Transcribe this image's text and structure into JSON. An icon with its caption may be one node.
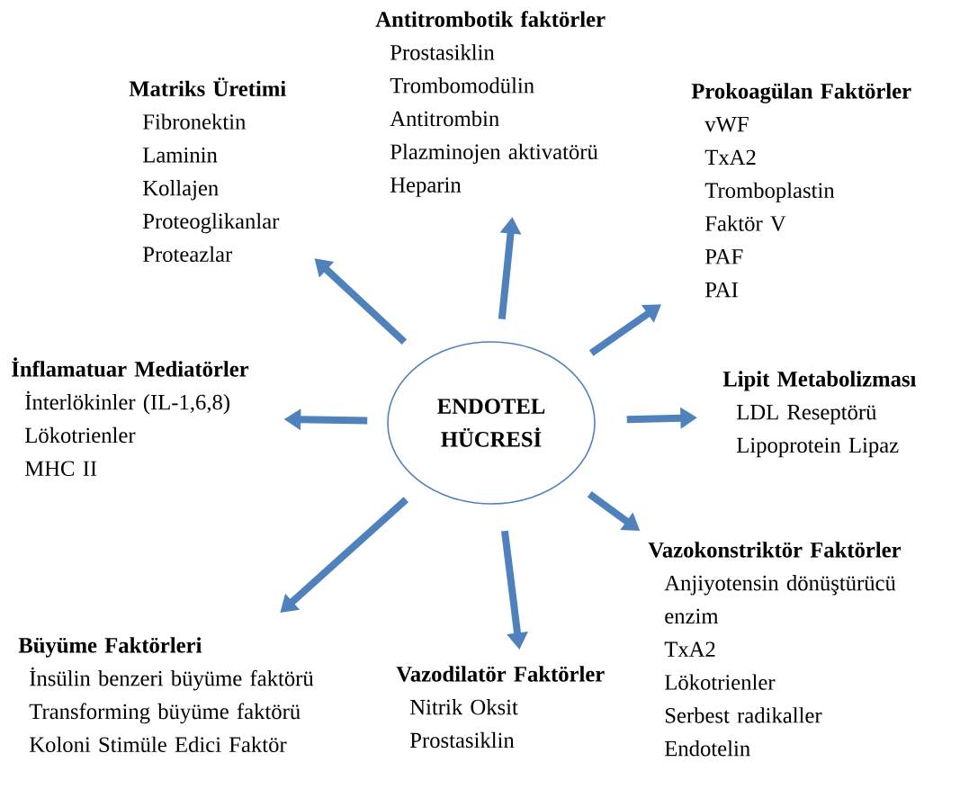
{
  "diagram": {
    "nodes": [
      {
        "text": [
          "ENDOTEL HÜCRESİ"
        ]
      },
      {
        "text": [
          "Antitrombotik  faktörler",
          "Prostasiklin",
          "Trombomodülin",
          "Antitrombin",
          "Plazminojen  aktivatörü",
          "Heparin"
        ]
      },
      {
        "text": [
          "Matriks Üretimi",
          "Fibronektin",
          "Laminin",
          "Kollajen",
          "Proteoglikanlar",
          "Proteazlar"
        ]
      },
      {
        "text": [
          "Prokoagülan Faktörler",
          "vWF",
          "TxA2",
          "Tromboplastin",
          "Faktör V",
          "PAF",
          "PAI"
        ]
      },
      {
        "text": [
          "İnflamatuar  Mediatörler",
          "İnterlökinler (IL-1,6,8)",
          "Lökotrienler",
          "MHC II"
        ]
      },
      {
        "text": [
          "Lipit Metabolizması",
          "LDL  Reseptörü",
          "Lipoprotein Lipaz"
        ]
      },
      {
        "text": [
          "Vazokonstriktör Faktörler",
          "Anjiyotensin dönüştürücü enzim",
          "TxA2",
          "Lökotrienler",
          "Serbest radikaller",
          "Endotelin"
        ]
      },
      {
        "text": [
          "Büyüme  Faktörleri",
          "İnsülin benzeri büyüme faktörü",
          "Transforming büyüme faktörü",
          "Koloni Stimüle Edici Faktör"
        ]
      },
      {
        "text": [
          "Vazodilatör  Faktörler",
          "Nitrik Oksit",
          "Prostasiklin"
        ]
      }
    ],
    "edges": [
      {
        "from": 0,
        "to": 1,
        "arrow": "to"
      },
      {
        "from": 0,
        "to": 2,
        "arrow": "to"
      },
      {
        "from": 0,
        "to": 3,
        "arrow": "to"
      },
      {
        "from": 0,
        "to": 4,
        "arrow": "to"
      },
      {
        "from": 0,
        "to": 5,
        "arrow": "to"
      },
      {
        "from": 0,
        "to": 6,
        "arrow": "to"
      },
      {
        "from": 0,
        "to": 7,
        "arrow": "to"
      },
      {
        "from": 0,
        "to": 8,
        "arrow": "to"
      }
    ]
  }
}
